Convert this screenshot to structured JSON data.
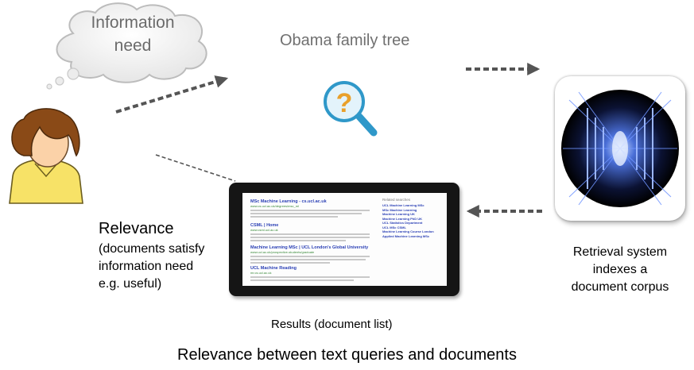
{
  "information_need": "Information need",
  "query": "Obama family tree",
  "relevance": {
    "title": "Relevance",
    "description": [
      "(documents satisfy",
      "information need",
      "e.g. useful)"
    ]
  },
  "retrieval": {
    "lines": [
      "Retrieval system",
      "indexes a",
      "document corpus"
    ]
  },
  "results_caption": "Results (document list)",
  "main_caption": "Relevance between text queries and documents",
  "search_results": [
    {
      "title": "MSc Machine Learning - cs.ucl.ac.uk",
      "url": "www.cs.ucl.ac.uk/degrees/msc_ml"
    },
    {
      "title": "CSML | Home",
      "url": "www.csml.ucl.ac.uk"
    },
    {
      "title": "Machine Learning MSc | UCL London's Global University",
      "url": "www.ucl.ac.uk/prospective-students/graduate"
    },
    {
      "title": "UCL Machine Reading",
      "url": "mr.cs.ucl.ac.uk"
    }
  ],
  "related_searches": {
    "heading": "Related searches",
    "items": [
      "UCL Machine Learning MSc",
      "MSc Machine Learning",
      "Machine Learning UK",
      "Machine Learning PhD UK",
      "UCL Statistics Department",
      "UCL MSc CSML",
      "Machine Learning Course London",
      "Applied Machine Learning MSc"
    ]
  },
  "colors": {
    "person_hair": "#8a4a17",
    "person_face": "#fbd2a8",
    "person_shirt": "#f7e267",
    "magnifier": "#2f98c9",
    "question_mark": "#e9a02b",
    "arrow": "#555555",
    "cloud_outline": "#bcbcbc"
  }
}
